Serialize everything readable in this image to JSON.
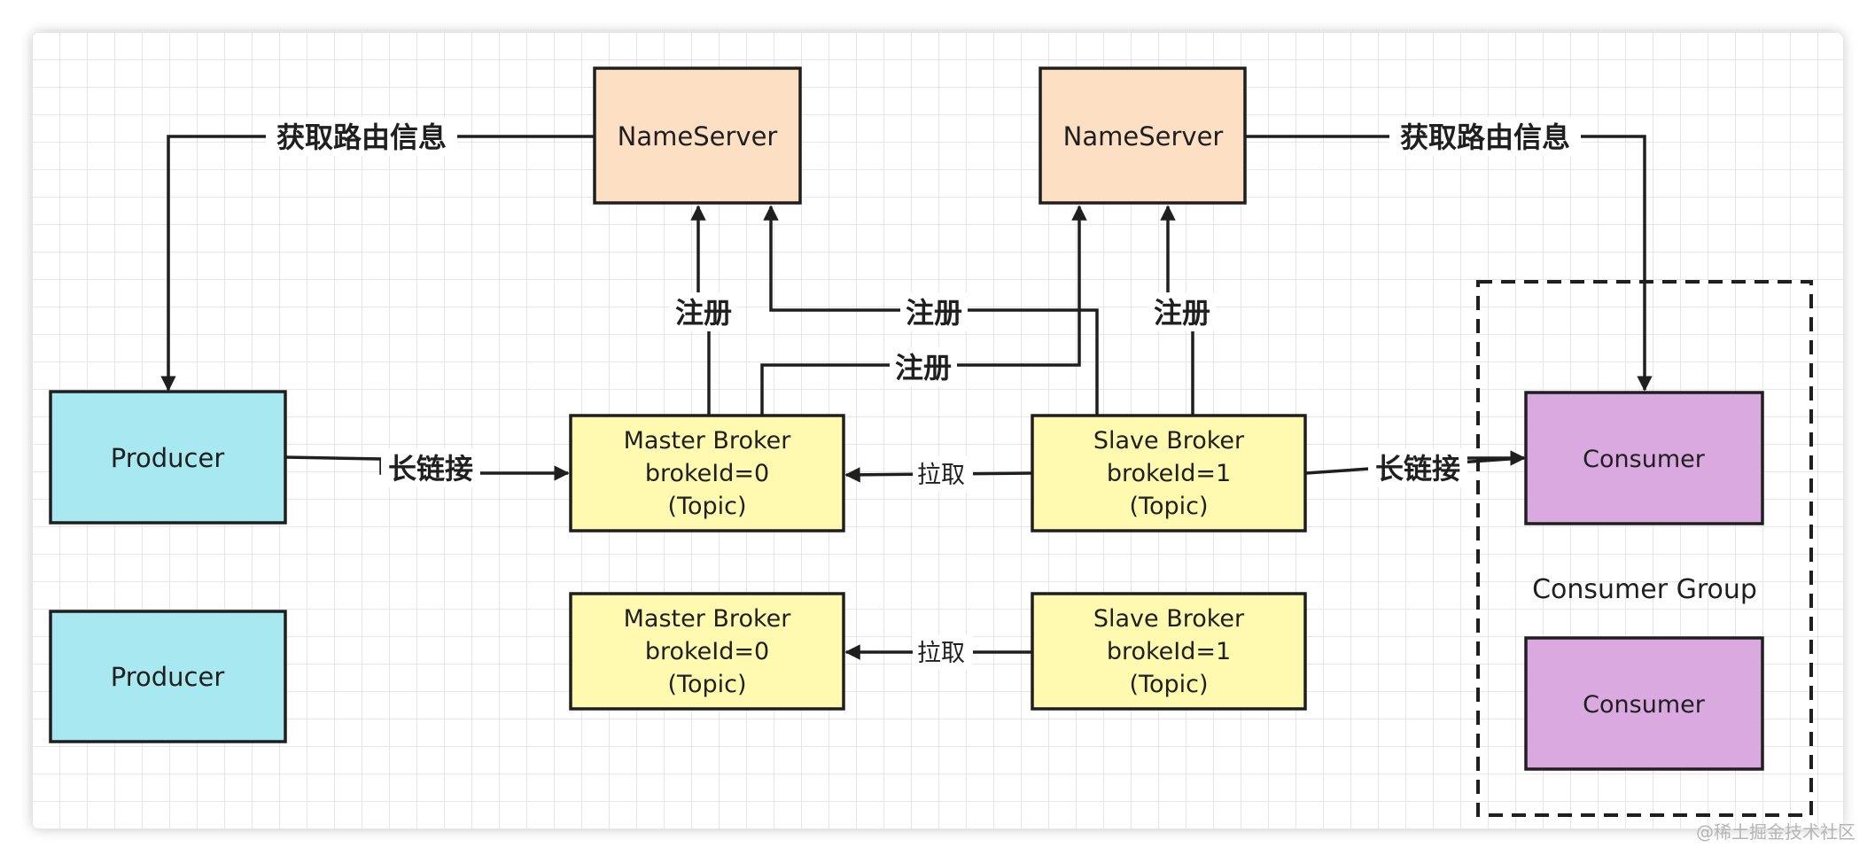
{
  "nodes": {
    "nameserver_left": "NameServer",
    "nameserver_right": "NameServer",
    "producer_top": "Producer",
    "producer_bottom": "Producer",
    "master_broker_top": [
      "Master Broker",
      "brokeId=0",
      "(Topic)"
    ],
    "slave_broker_top": [
      "Slave Broker",
      "brokeId=1",
      "(Topic)"
    ],
    "master_broker_bottom": [
      "Master Broker",
      "brokeId=0",
      "(Topic)"
    ],
    "slave_broker_bottom": [
      "Slave Broker",
      "brokeId=1",
      "(Topic)"
    ],
    "consumer_top": "Consumer",
    "consumer_bottom": "Consumer",
    "consumer_group": "Consumer Group"
  },
  "edges": {
    "route_left": "获取路由信息",
    "route_right": "获取路由信息",
    "register_1": "注册",
    "register_2": "注册",
    "register_3": "注册",
    "register_4": "注册",
    "long_conn_left": "长链接",
    "long_conn_right": "长链接",
    "pull_top": "拉取",
    "pull_bottom": "拉取"
  },
  "watermark": "@稀土掘金技术社区",
  "colors": {
    "nameserver": "#fde0c4",
    "producer": "#a8e8f0",
    "broker": "#fffab0",
    "consumer": "#d9a9e0",
    "stroke": "#1f1f1f"
  }
}
